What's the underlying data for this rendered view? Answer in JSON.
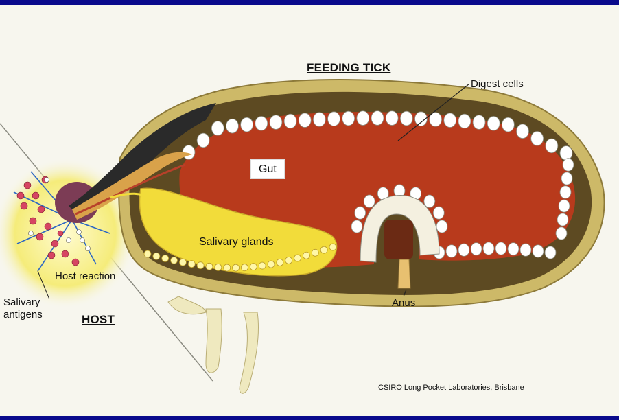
{
  "diagram": {
    "title": "FEEDING TICK",
    "labels": {
      "digest_cells": "Digest cells",
      "gut": "Gut",
      "salivary_glands": "Salivary glands",
      "host_reaction": "Host reaction",
      "salivary_antigens": "Salivary\nantigens",
      "anus": "Anus",
      "host": "HOST"
    },
    "credit": "CSIRO Long Pocket Laboratories, Brisbane"
  },
  "colors": {
    "frame": "#0a0a8c",
    "background": "#f7f6ee",
    "gut": "#b83a1c",
    "gland": "#f2dc3a",
    "cuticle": "#6b5a2e",
    "cuticle_edge": "#c9b56a"
  }
}
